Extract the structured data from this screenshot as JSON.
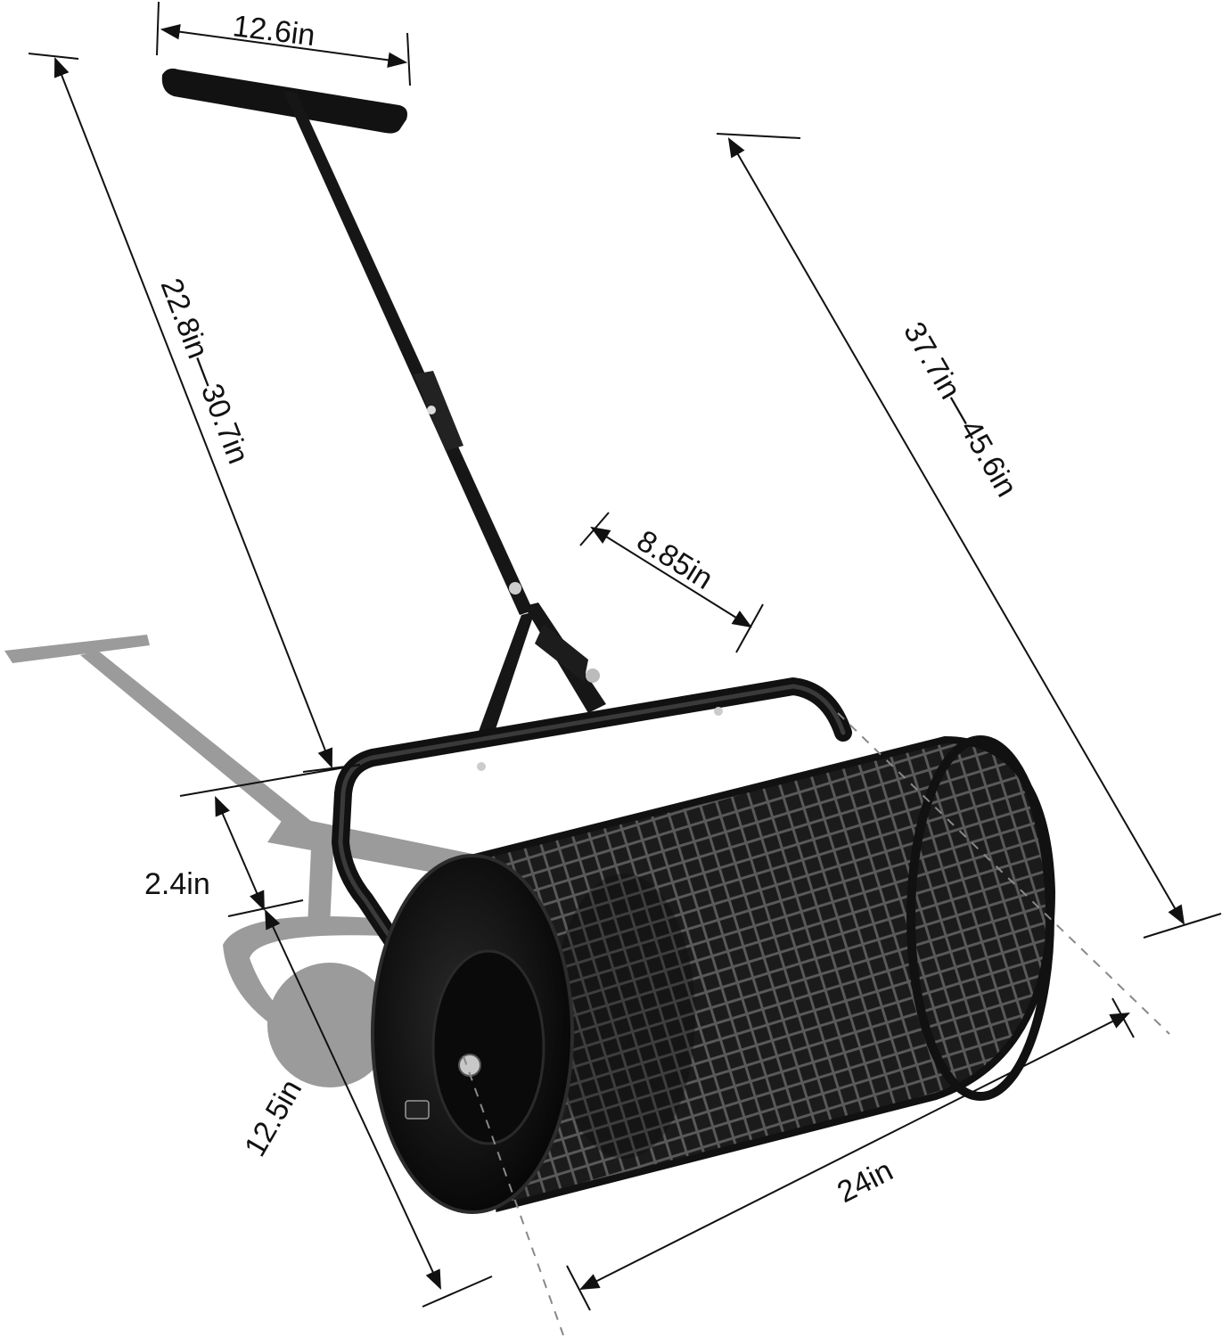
{
  "colors": {
    "background": "#ffffff",
    "dimension_line": "#111111",
    "product": "#121212",
    "shadow": "#8a8a8a",
    "mesh": "#3a3a3a"
  },
  "dimensions": {
    "handle_width": "12.6in",
    "handle_length": "22.8in—30.7in",
    "total_height": "37.7in—45.6in",
    "frame_width": "8.85in",
    "clearance": "2.4in",
    "drum_diameter": "12.5in",
    "drum_length": "24in"
  }
}
